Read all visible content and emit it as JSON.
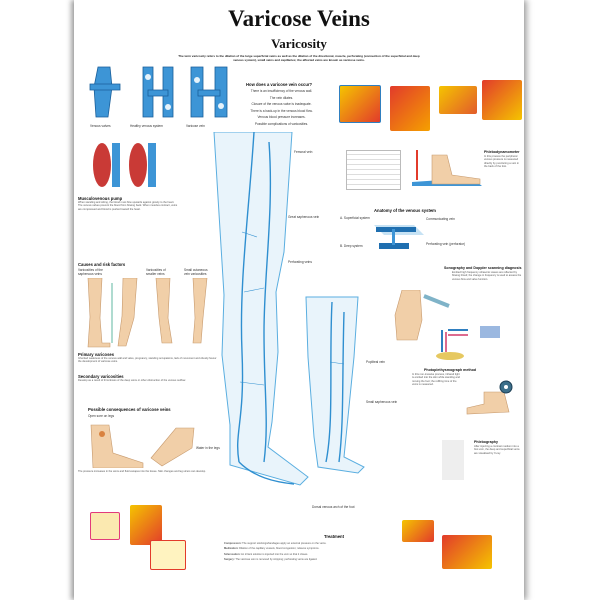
{
  "title": "Varicose Veins",
  "subtitle": "Varicosity",
  "intro": "The term varicosity refers to the dilation of the large superficial veins as well as the dilation of the directional, muscle, perforating (connection of the superficial and deep venous system), small veins and capillaries; the affected veins are known as varicose veins.",
  "top_labels": [
    "Venous valves",
    "Healthy venous system",
    "Varicose vein"
  ],
  "flow": {
    "heading": "How does a varicose vein occur?",
    "steps": [
      "There is an insufficiency of the venous wall.",
      "The vein dilates.",
      "Closure of the venous valve is inadequate.",
      "There is a back-up in the venous blood flow.",
      "Venous blood pressure increases.",
      "Possible complications of varicosities."
    ]
  },
  "sections": {
    "musculovenous": {
      "heading": "Musculovenous pump",
      "text": "When standing and sitting, the blood must flow upwards against gravity to the heart. The venous valves prevent the blood from flowing back. When muscles contract, veins are compressed and blood is pushed toward the heart."
    },
    "causes": {
      "heading": "Causes and risk factors",
      "labels": [
        "Varicosities of the saphenous veins",
        "Varicosities of smaller veins",
        "Small cutaneous vein varicosities"
      ]
    },
    "primary": {
      "heading": "Primary varicoses",
      "text": "Inherited weakness of the venous wall and valve, pregnancy, standing occupations, lack of movement and obesity favour the development of varicose veins."
    },
    "secondary": {
      "heading": "Secondary varicosities",
      "text": "Develop as a result of thrombosis of the deep veins or other obstruction of the venous outflow."
    },
    "consequences": {
      "heading": "Possible consequences of varicose veins",
      "labels": [
        "Open sore on legs",
        "Water in the legs"
      ],
      "text": "The pressure increases in the veins and fluid escapes into the tissue. Skin changes and leg ulcers can develop."
    },
    "phlebodynamometer": {
      "heading": "Phlebodynamometer",
      "text": "In this process the peripheral venous pressure is measured directly by puncturing a vein in the back of the foot."
    },
    "anatomy": {
      "heading": "Anatomy of the venous system",
      "labels": [
        "A. Superficial system",
        "B. Deep system",
        "Communicating vein",
        "Perforating vein (perforator)"
      ]
    },
    "sonography": {
      "heading": "Sonography and Doppler scanning diagnosis",
      "text": "Emitted high frequency ultrasonic waves are reflected by flowing blood; the change in frequency is used to assess the venous flow and valve function."
    },
    "photoplethysmograph": {
      "heading": "Photoplethysmograph method",
      "text": "In this non-invasive process, infrared light is emitted into the skin while standing and moving the foot; the refilling time of the veins is measured."
    },
    "phlebography": {
      "heading": "Phlebography",
      "text": "After injecting a contrast medium into a foot vein, the deep and superficial veins are visualised by X-ray."
    },
    "treatment": {
      "heading": "Treatment",
      "items": [
        {
          "term": "Compression:",
          "text": "The support stockings/bandages apply an external pressure on the veins."
        },
        {
          "term": "Medication:",
          "text": "Dilation of the capillary vessels, blood congestion; relieves symptoms."
        },
        {
          "term": "Sclerosation:",
          "text": "An irritant solution is injected into the vein so that it closes."
        },
        {
          "term": "Surgery:",
          "text": "The varicose vein is removed by stripping; perforating veins are ligated."
        }
      ]
    }
  },
  "leg_labels": [
    "Great saphenous vein",
    "Femoral vein",
    "Perforating veins",
    "Popliteal vein",
    "Small saphenous vein",
    "Dorsal venous arch of the foot"
  ],
  "colors": {
    "vein": "#2f8fd0",
    "skin": "#f1cfa8",
    "muscle": "#c93a36",
    "red": "#e23b2b",
    "yellow": "#f5c400"
  }
}
